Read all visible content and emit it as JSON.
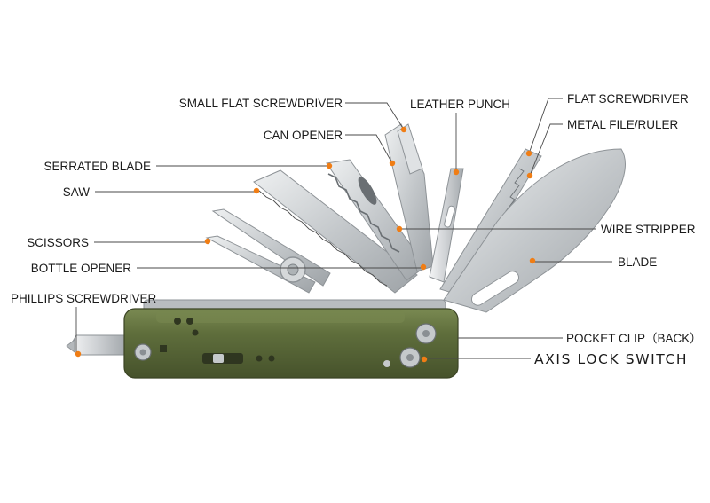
{
  "labels": {
    "small_flat_screwdriver": "SMALL FLAT SCREWDRIVER",
    "can_opener": "CAN OPENER",
    "serrated_blade": "SERRATED BLADE",
    "saw": "SAW",
    "scissors": "SCISSORS",
    "bottle_opener": "BOTTLE OPENER",
    "phillips_screwdriver": "PHILLIPS SCREWDRIVER",
    "leather_punch": "LEATHER PUNCH",
    "flat_screwdriver": "FLAT SCREWDRIVER",
    "metal_file_ruler": "METAL FILE/RULER",
    "wire_stripper": "WIRE STRIPPER",
    "blade": "BLADE",
    "pocket_clip": "POCKET CLIP（BACK）",
    "axis_lock_switch": "AXIS LOCK SWITCH"
  },
  "colors": {
    "marker": "#f07d14",
    "handle": "#5f6e3c",
    "steel": "#c9ccce",
    "text": "#1a1a1a"
  }
}
